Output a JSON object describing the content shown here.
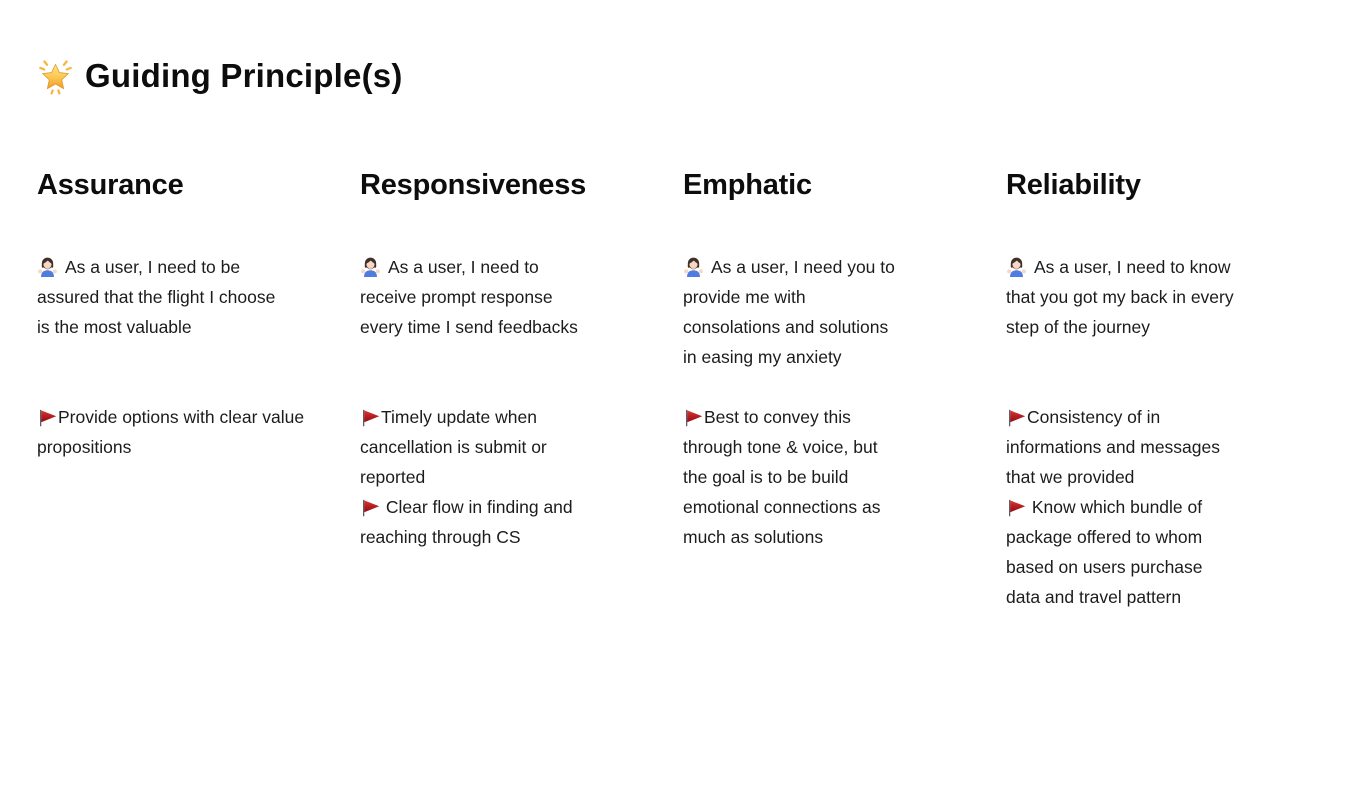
{
  "page": {
    "title": "Guiding Principle(s)"
  },
  "icons": {
    "title_icon": {
      "name": "glowing-star-icon",
      "glyph": "🌟"
    },
    "user_icon": {
      "name": "woman-shrugging-icon",
      "glyph": "🤷🏻‍♀️"
    },
    "flag_icon": {
      "name": "red-triangular-flag-icon",
      "glyph": "🚩"
    }
  },
  "colors": {
    "background": "#ffffff",
    "heading_text": "#0d0d0d",
    "body_text": "#1c1c1e",
    "flag_red": "#b31b1f",
    "star_gold": "#f5b63f",
    "emoji_shirt_blue": "#4e7ce0"
  },
  "columns": [
    {
      "heading": "Assurance",
      "user_story": "As a user, I need to be\nassured that the flight I choose\nis the most valuable",
      "flags": [
        "Provide options with clear value\npropositions"
      ]
    },
    {
      "heading": "Responsiveness",
      "user_story": "As a user, I need to\nreceive prompt response\nevery time I send feedbacks",
      "flags": [
        "Timely update when\ncancellation is submit or\nreported",
        " Clear flow in finding and\nreaching through CS"
      ]
    },
    {
      "heading": "Emphatic",
      "user_story": "As a user, I need you to\nprovide me with\nconsolations and solutions\nin easing my anxiety",
      "flags": [
        "Best to convey this\nthrough tone & voice, but\nthe goal is to be build\nemotional connections as\nmuch as solutions"
      ]
    },
    {
      "heading": "Reliability",
      "user_story": "As a user, I need to know\nthat you got my back in every\nstep of the journey",
      "flags": [
        "Consistency of in\ninformations and messages\nthat we provided",
        " Know which bundle of\npackage offered to whom\nbased on users purchase\ndata and travel pattern"
      ]
    }
  ]
}
